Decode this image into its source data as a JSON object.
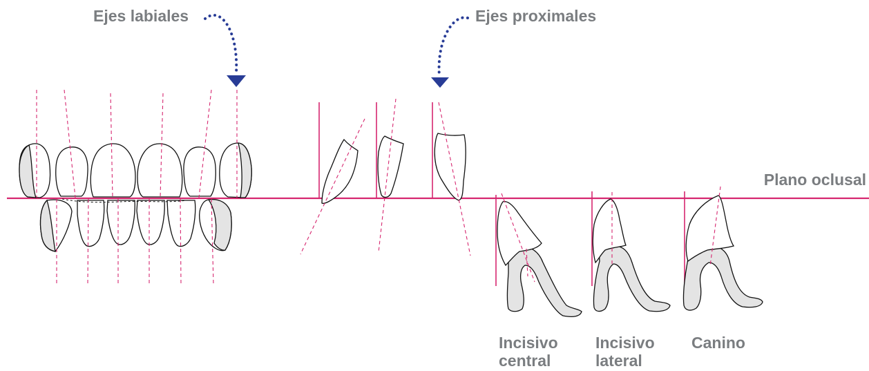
{
  "labels": {
    "labial_axes": "Ejes labiales",
    "proximal_axes": "Ejes proximales",
    "occlusal_plane": "Plano oclusal",
    "tooth_central": "Incisivo\ncentral",
    "tooth_lateral": "Incisivo\nlateral",
    "tooth_canine": "Canino"
  },
  "colors": {
    "axis_line": "#d6266f",
    "arrow": "#283c96",
    "label_text": "#7a7d80",
    "tooth_shade": "#e4e4e4"
  }
}
